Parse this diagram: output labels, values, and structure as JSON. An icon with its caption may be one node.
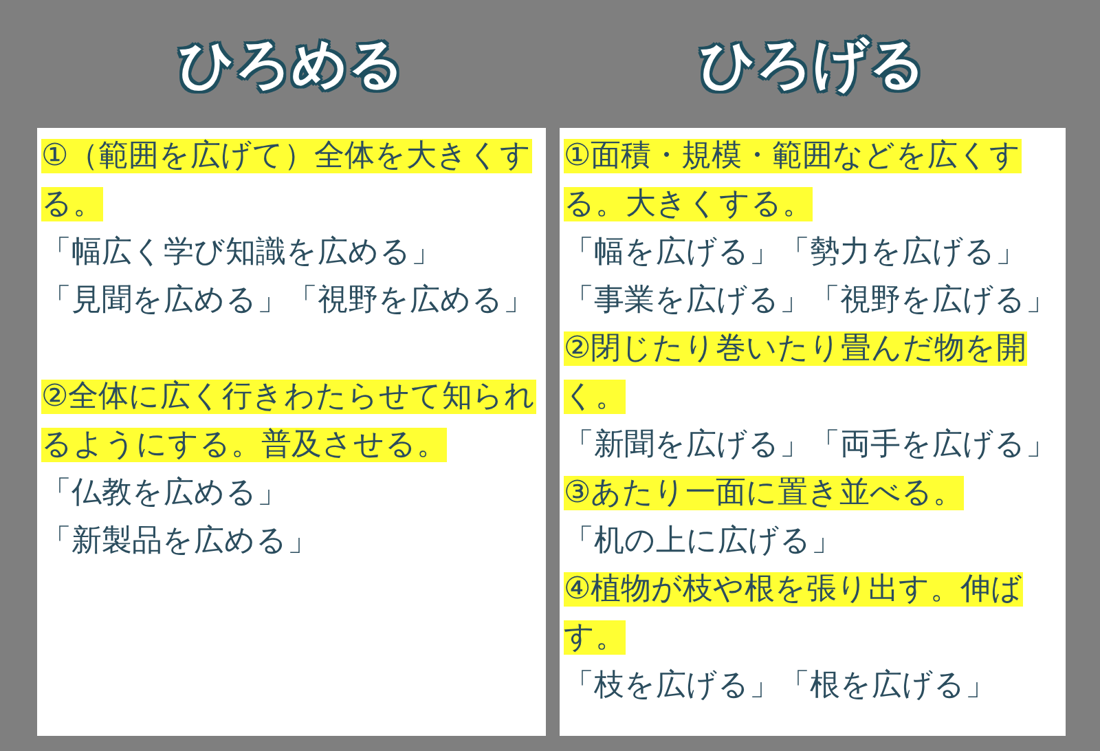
{
  "diagram": {
    "nodes": [
      {
        "text": [
          "ひろめる"
        ]
      },
      {
        "text": [
          "①（範囲を広げて）全体を大きくする。"
        ],
        "in": 0,
        "beside": [
          "「幅広く学び知識を広める」",
          "「見聞を広める」「視野を広める」"
        ]
      },
      {
        "text": [
          "②全体に広く行きわたらせて知られるようにする。普及させる。"
        ],
        "in": 0,
        "beside": [
          "「仏教を広める」",
          "「新製品を広める」"
        ]
      },
      {
        "text": [
          "ひろげる"
        ]
      },
      {
        "text": [
          "①面積・規模・範囲などを広くする。大きくする。"
        ],
        "in": 3,
        "beside": [
          "「幅を広げる」「勢力を広げる」",
          "「事業を広げる」「視野を広げる」"
        ]
      },
      {
        "text": [
          "②閉じたり巻いたり畳んだ物を開く。"
        ],
        "in": 3,
        "beside": [
          "「新聞を広げる」「両手を広げる」"
        ]
      },
      {
        "text": [
          "③あたり一面に置き並べる。"
        ],
        "in": 3,
        "beside": [
          "「机の上に広げる」"
        ]
      },
      {
        "text": [
          "④植物が枝や根を張り出す。伸ばす。"
        ],
        "in": 3,
        "beside": [
          "「枝を広げる」「根を広げる」"
        ]
      }
    ]
  }
}
